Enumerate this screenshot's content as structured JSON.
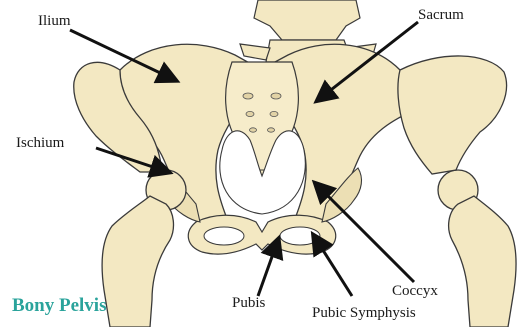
{
  "diagram": {
    "title": "Bony Pelvis",
    "title_color": "#2aa39b",
    "bone_color": "#f3e8c2",
    "outline_color": "#3a3a3a",
    "labels": {
      "ilium": "Ilium",
      "sacrum": "Sacrum",
      "ischium": "Ischium",
      "coccyx": "Coccyx",
      "pubis": "Pubis",
      "pubic_symphysis": "Pubic Symphysis"
    }
  }
}
